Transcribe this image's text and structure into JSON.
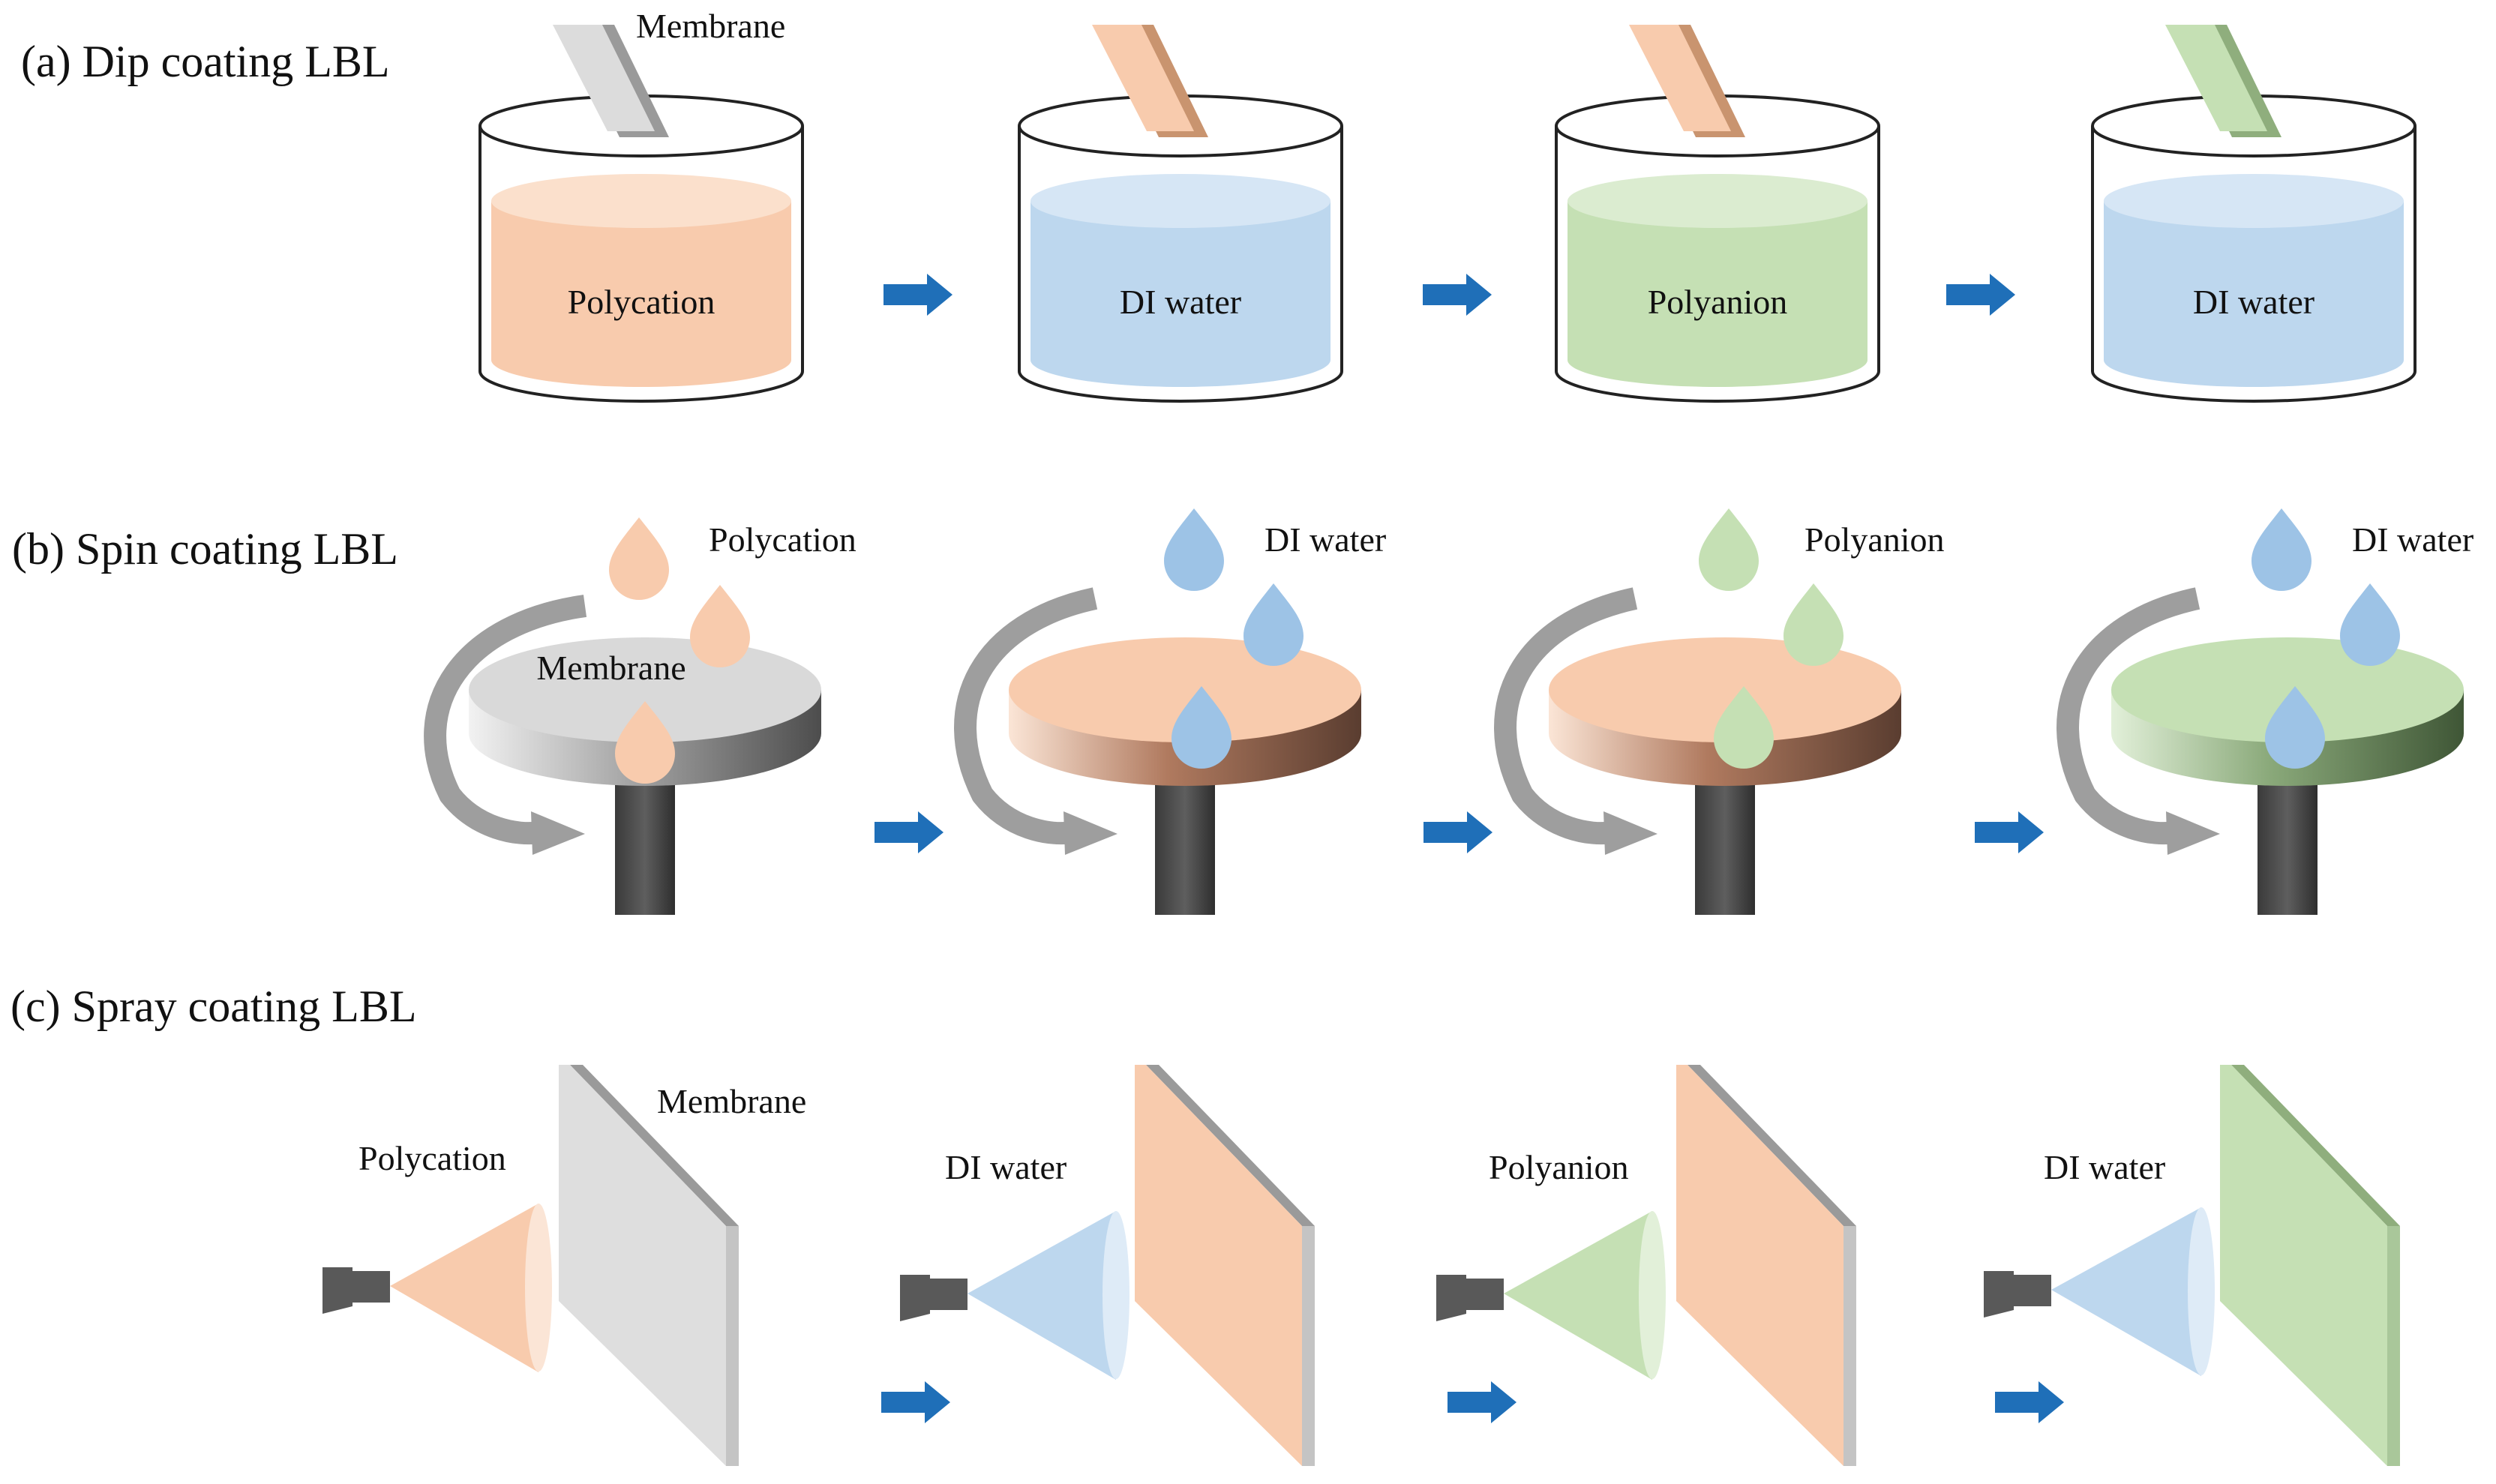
{
  "sections": {
    "dip": {
      "title": "(a) Dip coating LBL",
      "membrane_label": "Membrane",
      "steps": [
        {
          "label": "Polycation",
          "solution": "polycation",
          "membrane_color": "#dcdcdc"
        },
        {
          "label": "DI water",
          "solution": "water",
          "membrane_color": "#f8cbad"
        },
        {
          "label": "Polyanion",
          "solution": "polyanion",
          "membrane_color": "#f8cbad"
        },
        {
          "label": "DI water",
          "solution": "water",
          "membrane_color": "#c5e0b4"
        }
      ]
    },
    "spin": {
      "title": "(b) Spin coating LBL",
      "membrane_label": "Membrane",
      "steps": [
        {
          "label": "Polycation",
          "drop_color": "#f8cbad",
          "disc_color": "#d9d9d9"
        },
        {
          "label": "DI water",
          "drop_color": "#9dc3e6",
          "disc_color": "#f8cbad"
        },
        {
          "label": "Polyanion",
          "drop_color": "#c5e0b4",
          "disc_color": "#f8cbad"
        },
        {
          "label": "DI water",
          "drop_color": "#9dc3e6",
          "disc_color": "#c5e0b4"
        }
      ]
    },
    "spray": {
      "title": "(c) Spray coating LBL",
      "membrane_label": "Membrane",
      "steps": [
        {
          "label": "Polycation",
          "spray_color": "#f8cbad",
          "panel_color": "#dedede"
        },
        {
          "label": "DI water",
          "spray_color": "#bdd7ee",
          "panel_color": "#f8cbad"
        },
        {
          "label": "Polyanion",
          "spray_color": "#c5e0b4",
          "panel_color": "#f8cbad"
        },
        {
          "label": "DI water",
          "spray_color": "#bdd7ee",
          "panel_color": "#c5e0b4"
        }
      ]
    }
  },
  "colors": {
    "polycation": "#f8cbad",
    "water": "#bdd7ee",
    "polyanion": "#c5e0b4",
    "arrow": "#1f6fb8",
    "beaker_outline": "#222222",
    "nozzle": "#595959",
    "spindle": "#4d4d4d",
    "rotation_arrow": "#9e9e9e"
  },
  "icons": [
    "beaker-icon",
    "membrane-slide-icon",
    "droplet-icon",
    "spin-disc-icon",
    "rotation-arrow-icon",
    "spray-nozzle-icon",
    "flow-arrow-icon"
  ]
}
